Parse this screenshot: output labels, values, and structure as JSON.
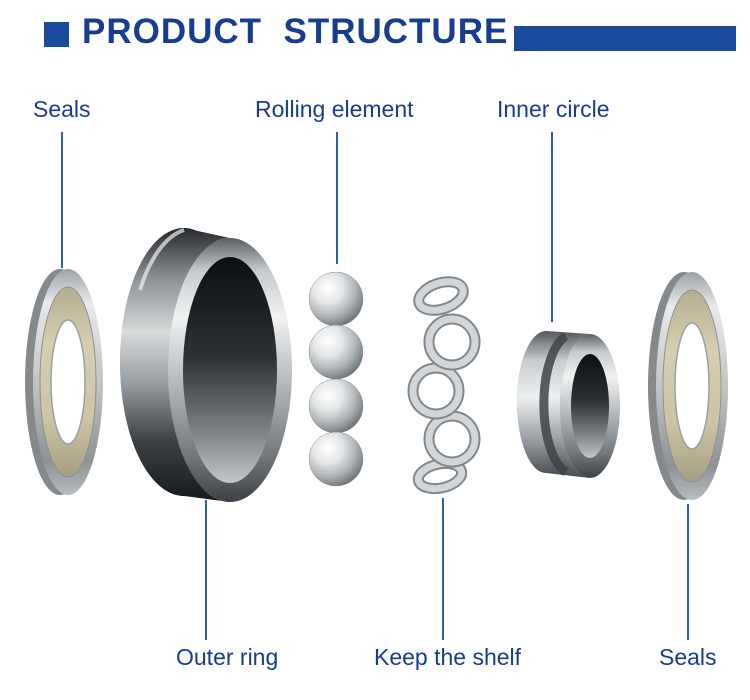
{
  "header": {
    "title": "PRODUCT  STRUCTURE"
  },
  "labels": {
    "seals_top": "Seals",
    "rolling_element": "Rolling element",
    "inner_circle": "Inner circle",
    "outer_ring": "Outer ring",
    "keep_the_shelf": "Keep the shelf",
    "seals_bottom": "Seals"
  },
  "components": {
    "seal_left": "seal ring (left)",
    "outer_ring": "outer ring",
    "rolling_elements": "rolling element balls",
    "cage": "cage / keep the shelf",
    "inner_ring": "inner circle ring",
    "seal_right": "seal ring (right)"
  },
  "colors": {
    "accent_blue": "#1b4b9c",
    "label_text": "#163d90",
    "leader_line": "#2e5fa8",
    "seal_face": "#cdc5a4",
    "metal_light": "#f1f2f2",
    "metal_dark": "#26292c"
  }
}
